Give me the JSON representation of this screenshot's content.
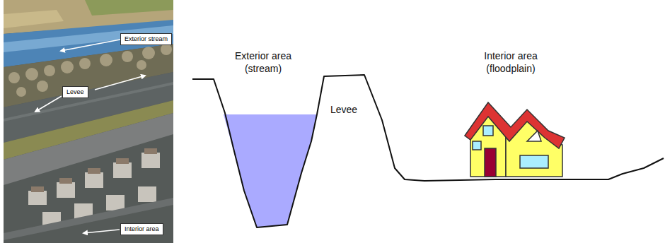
{
  "diagram": {
    "nodes": [
      {
        "text": [
          "Exterior stream"
        ]
      },
      {
        "text": [
          "Levee"
        ]
      },
      {
        "text": [
          "Interior area"
        ]
      }
    ],
    "labels": [
      "Exterior area (stream)",
      "Levee",
      "Interior area (floodplain)"
    ]
  }
}
